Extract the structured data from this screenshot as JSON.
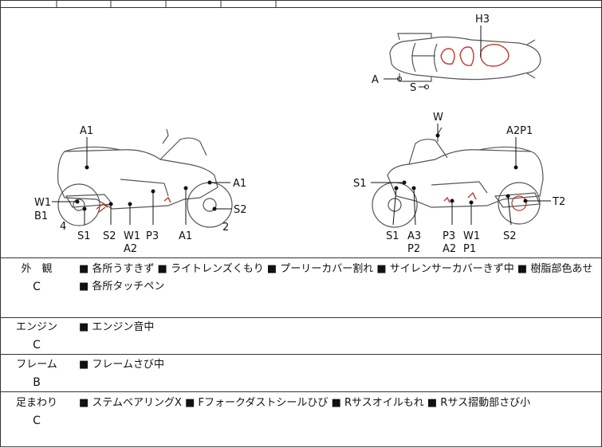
{
  "diagram": {
    "labels": {
      "h3": "H3",
      "top_a": "A",
      "top_s": "S",
      "left_a1_top": "A1",
      "left_a1_right": "A1",
      "left_s2_right": "S2",
      "left_w1": "W1",
      "left_b1": "B1",
      "left_4": "4",
      "left_2": "2",
      "left_bottom_s1": "S1",
      "left_bottom_s2": "S2",
      "left_bottom_w1": "W1",
      "left_bottom_a2": "A2",
      "left_bottom_p3": "P3",
      "left_bottom_a1": "A1",
      "right_w": "W",
      "right_a2p1": "A2P1",
      "right_s1_left": "S1",
      "right_t2": "T2",
      "right_bottom_s1": "S1",
      "right_bottom_a3": "A3",
      "right_bottom_p2": "P2",
      "right_bottom_p3": "P3",
      "right_bottom_a2": "A2",
      "right_bottom_w1": "W1",
      "right_bottom_p1": "P1",
      "right_bottom_s2": "S2"
    }
  },
  "rows": [
    {
      "name": "外　観",
      "grade": "C",
      "text": "■ 各所うすきず ■ ライトレンズくもり ■ プーリーカバー割れ ■ サイレンサーカバーきず中 ■ 樹脂部色あせ ■ 各所タッチペン"
    },
    {
      "name": "エンジン",
      "grade": "C",
      "text": "■ エンジン音中"
    },
    {
      "name": "フレーム",
      "grade": "B",
      "text": "■ フレームさび中"
    },
    {
      "name": "足まわり",
      "grade": "C",
      "text": "■ ステムベアリングX ■ Fフォークダストシールひび ■ Rサスオイルもれ ■ Rサス摺動部さび小"
    }
  ],
  "colors": {
    "damage_marker": "#c0392b",
    "line": "#333333"
  }
}
